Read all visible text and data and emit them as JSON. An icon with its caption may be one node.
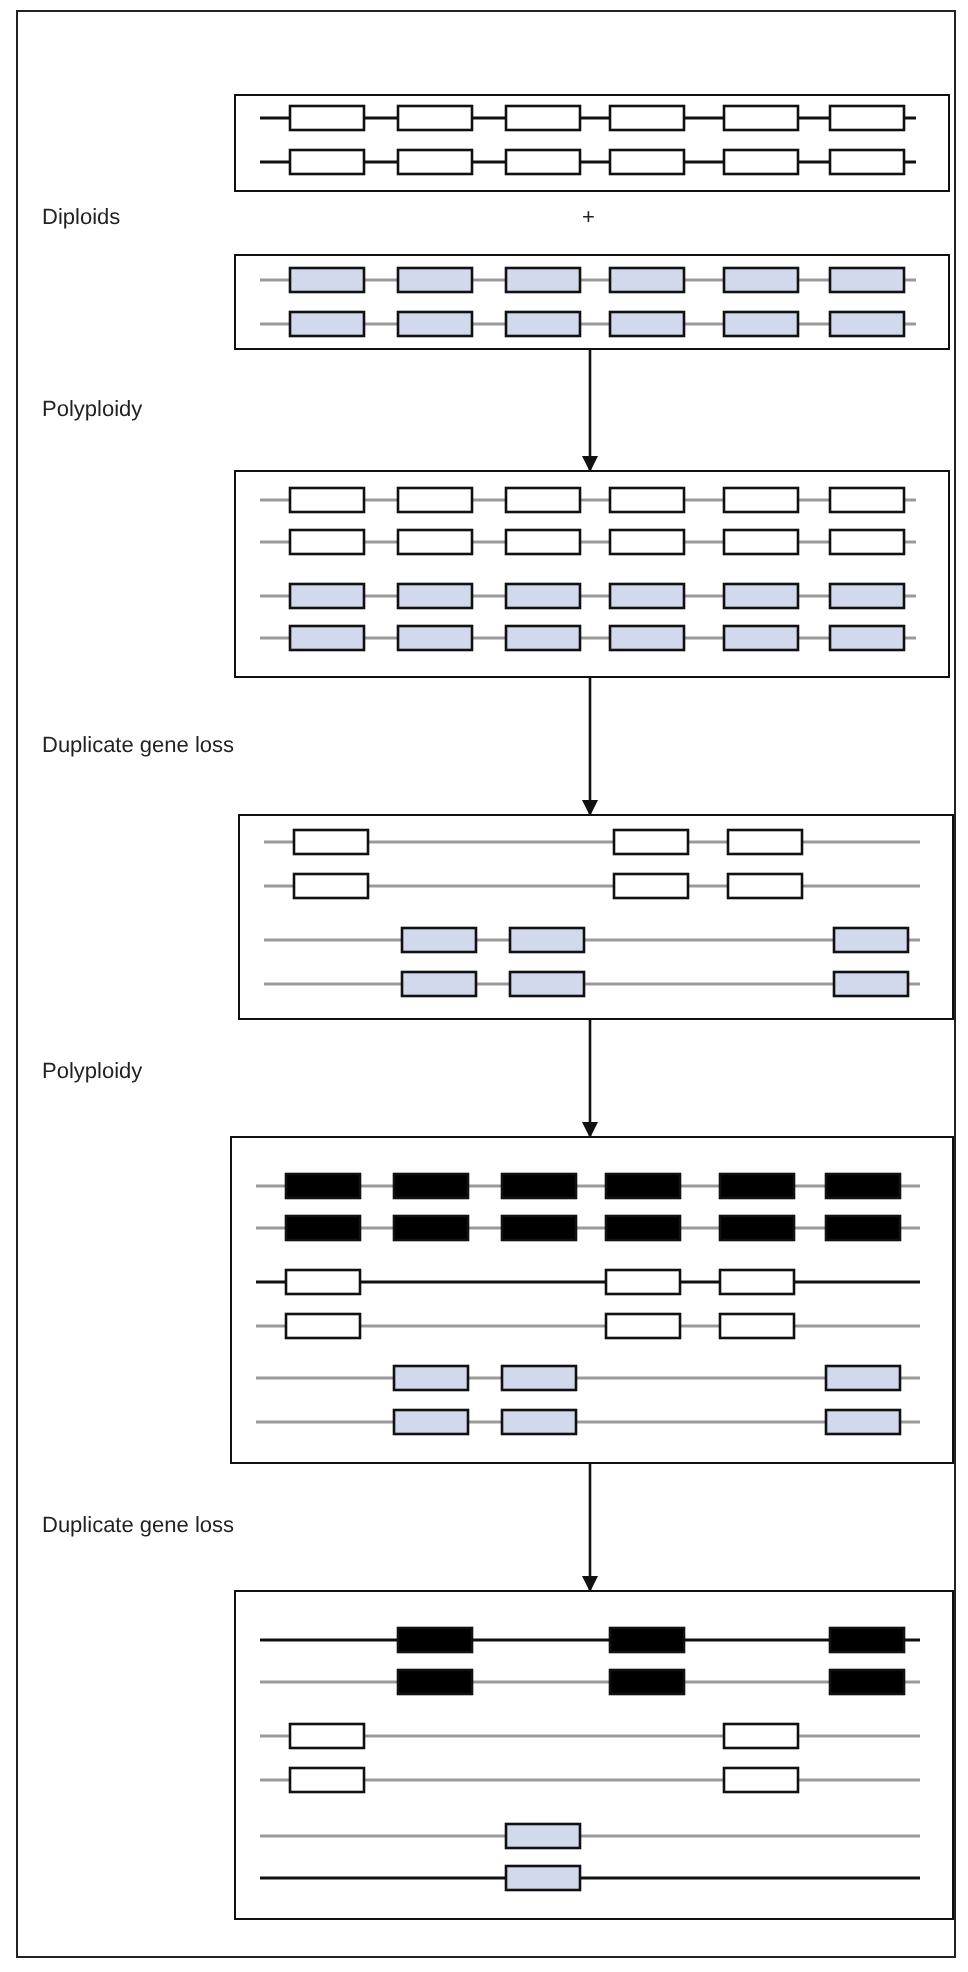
{
  "diagram": {
    "nodes": [
      {
        "text": [],
        "shape": "box"
      },
      {
        "text": [],
        "shape": "box"
      },
      {
        "text": [],
        "shape": "box"
      },
      {
        "text": [],
        "shape": "box"
      },
      {
        "text": [],
        "shape": "box"
      },
      {
        "text": [],
        "shape": "box"
      }
    ],
    "edges": [
      {
        "from": 1,
        "to": 2,
        "arrow": "to"
      },
      {
        "from": 2,
        "to": 3,
        "arrow": "to"
      },
      {
        "from": 3,
        "to": 4,
        "arrow": "to"
      },
      {
        "from": 4,
        "to": 5,
        "arrow": "to"
      }
    ],
    "labels": [
      "Diploids",
      "+",
      "Polyploidy",
      "Duplicate gene loss",
      "Polyploidy",
      "Duplicate gene loss"
    ]
  }
}
